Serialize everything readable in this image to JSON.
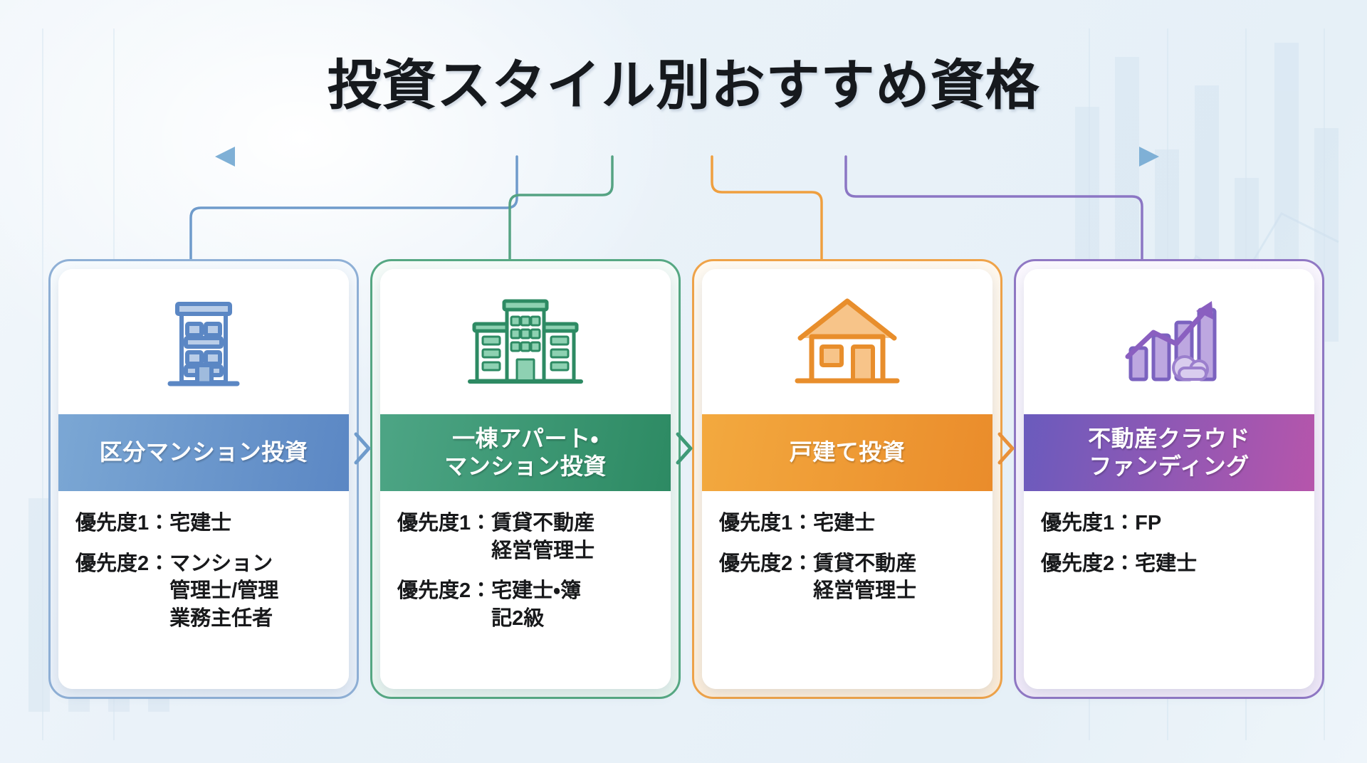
{
  "title": "投資スタイル別おすすめ資格",
  "colors": {
    "blue": "#5b87c4",
    "green": "#2d8a63",
    "orange": "#ea8c2b",
    "purple": "#6a5bbd",
    "purple_end": "#b655ab",
    "arrow": "#7fb0d6",
    "background": "#e8f1f8"
  },
  "spine": {
    "name": "double-headed-axis-arrow",
    "left_arrow": "◀",
    "right_arrow": "▶"
  },
  "cards": [
    {
      "id": "kubun-mansion",
      "icon": "apartment-building-icon",
      "theme": "blue",
      "title": "区分マンション投資",
      "items": [
        {
          "label": "優先度1：",
          "value": "宅建士"
        },
        {
          "label": "優先度2：",
          "value": "マンション\n管理士/管理\n業務主任者"
        }
      ]
    },
    {
      "id": "ittou-apart",
      "icon": "office-building-icon",
      "theme": "green",
      "title": "一棟アパート・\nマンション投資",
      "items": [
        {
          "label": "優先度1：",
          "value": "賃貸不動産\n経営管理士"
        },
        {
          "label": "優先度2：",
          "value": "宅建士・簿\n記2級"
        }
      ]
    },
    {
      "id": "kodate",
      "icon": "house-icon",
      "theme": "orange",
      "title": "戸建て投資",
      "items": [
        {
          "label": "優先度1：",
          "value": "宅建士"
        },
        {
          "label": "優先度2：",
          "value": "賃貸不動産\n経営管理士"
        }
      ]
    },
    {
      "id": "crowdfunding",
      "icon": "growth-chart-icon",
      "theme": "purple",
      "title": "不動産クラウド\nファンディング",
      "items": [
        {
          "label": "優先度1：",
          "value": "FP"
        },
        {
          "label": "優先度2：",
          "value": "宅建士"
        }
      ]
    }
  ]
}
